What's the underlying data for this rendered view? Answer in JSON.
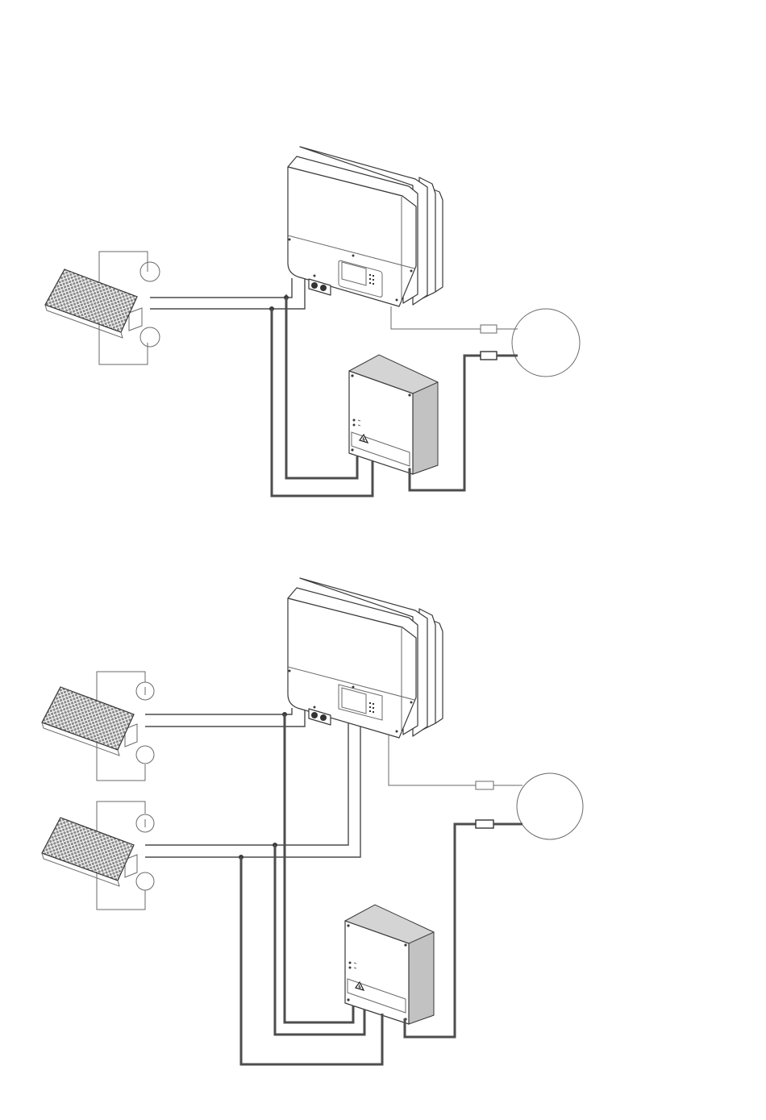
{
  "diagrams": [
    {
      "id": "single-string",
      "pv_strings": 1,
      "colors": {
        "wire": "#4d4d4d",
        "box": "#d4d4d4",
        "outline": "#3a3a3a"
      }
    },
    {
      "id": "dual-string",
      "pv_strings": 2,
      "colors": {
        "wire": "#4d4d4d",
        "box": "#d4d4d4",
        "outline": "#3a3a3a"
      }
    }
  ],
  "icons": [
    "solar-panel-icon",
    "inverter-icon",
    "meter-box-icon",
    "warning-icon",
    "grid-icon",
    "fuse-icon"
  ]
}
